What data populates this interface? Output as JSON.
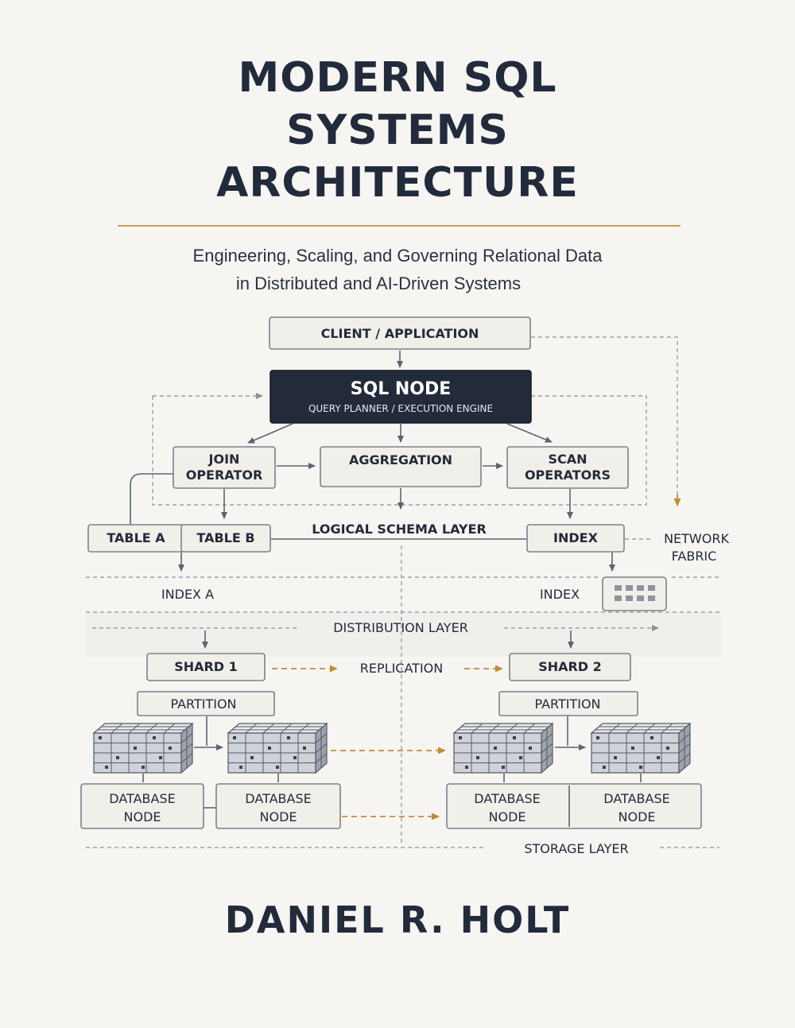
{
  "cover": {
    "title_lines": [
      "MODERN SQL",
      "SYSTEMS",
      "ARCHITECTURE"
    ],
    "subtitle_lines": [
      "Engineering, Scaling, and Governing Relational Data",
      "in Distributed and AI-Driven Systems"
    ],
    "author": "DANIEL R. HOLT",
    "accent_color": "#c9a25a",
    "dark_color": "#222b3b"
  },
  "diagram": {
    "client": "CLIENT / APPLICATION",
    "sql_node_title": "SQL NODE",
    "sql_node_subtitle": "QUERY PLANNER / EXECUTION ENGINE",
    "join_line1": "JOIN",
    "join_line2": "OPERATOR",
    "aggregation": "AGGREGATION",
    "scan_line1": "SCAN",
    "scan_line2": "OPERATORS",
    "table_a": "TABLE A",
    "table_b": "TABLE B",
    "logical_schema": "LOGICAL SCHEMA LAYER",
    "index_box": "INDEX",
    "network_line1": "NETWORK",
    "network_line2": "FABRIC",
    "index_a": "INDEX A",
    "index_label": "INDEX",
    "distribution": "DISTRIBUTION LAYER",
    "shard1": "SHARD 1",
    "shard2": "SHARD 2",
    "replication": "REPLICATION",
    "partition_left": "PARTITION",
    "partition_right": "PARTITION",
    "db_line1": "DATABASE",
    "db_line2": "NODE",
    "storage": "STORAGE LAYER",
    "replication_color": "#c48a33"
  }
}
